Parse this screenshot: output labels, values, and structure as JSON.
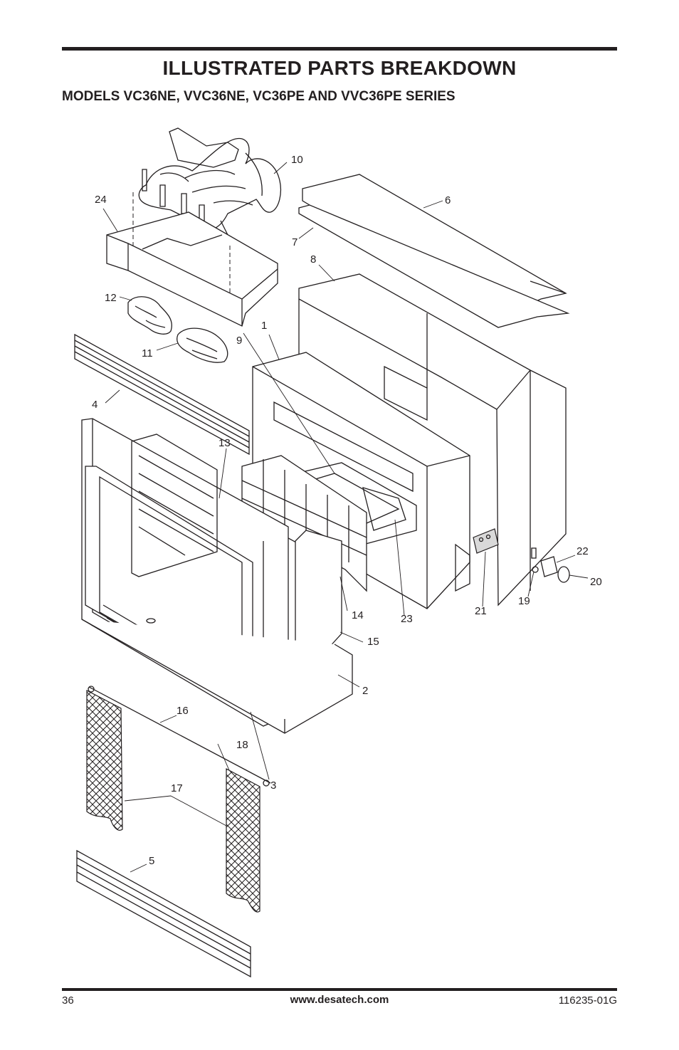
{
  "header": {
    "title": "ILLUSTRATED PARTS BREAKDOWN",
    "subtitle": "MODELS VC36NE, VVC36NE, VC36PE AND VVC36PE SERIES"
  },
  "diagram": {
    "callouts": [
      "1",
      "2",
      "3",
      "4",
      "5",
      "6",
      "7",
      "8",
      "9",
      "10",
      "11",
      "12",
      "13",
      "14",
      "15",
      "16",
      "17",
      "18",
      "19",
      "20",
      "21",
      "22",
      "23",
      "24"
    ]
  },
  "footer": {
    "page_number": "36",
    "website": "www.desatech.com",
    "document_number": "116235-01G"
  }
}
